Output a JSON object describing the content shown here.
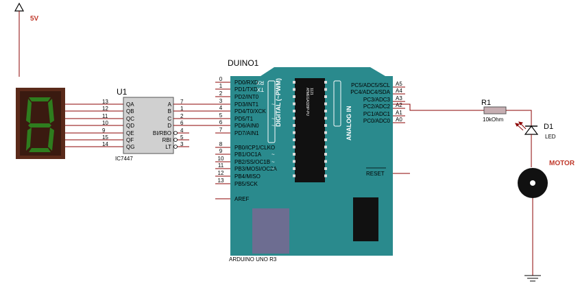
{
  "power": {
    "label": "5V"
  },
  "display7seg": {
    "digit": "8"
  },
  "decoder": {
    "ref": "U1",
    "part": "IC7447",
    "left_pins": [
      {
        "num": "13",
        "name": "QA"
      },
      {
        "num": "12",
        "name": "QB"
      },
      {
        "num": "11",
        "name": "QC"
      },
      {
        "num": "10",
        "name": "QD"
      },
      {
        "num": "9",
        "name": "QE"
      },
      {
        "num": "15",
        "name": "QF"
      },
      {
        "num": "14",
        "name": "QG"
      }
    ],
    "right_pins": [
      {
        "num": "7",
        "name": "A"
      },
      {
        "num": "1",
        "name": "B"
      },
      {
        "num": "2",
        "name": "C"
      },
      {
        "num": "6",
        "name": "D"
      },
      {
        "num": "4",
        "name": "BI/RBO"
      },
      {
        "num": "5",
        "name": "RBI"
      },
      {
        "num": "3",
        "name": "LT"
      }
    ]
  },
  "arduino": {
    "ref": "DUINO1",
    "model": "ARDUINO UNO R3",
    "digital_label": "DIGITAL (~PWM)",
    "analog_label": "ANALOG IN",
    "rx": "RX",
    "tx": "TX",
    "chip": "ATMEGA328P-PU",
    "chip_num": "1121",
    "tilde": "~",
    "left_pins": [
      {
        "num": "0",
        "name": "PD0/RXD"
      },
      {
        "num": "1",
        "name": "PD1/TXD"
      },
      {
        "num": "2",
        "name": "PD2/INT0"
      },
      {
        "num": "3",
        "name": "PD3/INT1"
      },
      {
        "num": "4",
        "name": "PD4/T0/XCK"
      },
      {
        "num": "5",
        "name": "PD5/T1"
      },
      {
        "num": "6",
        "name": "PD6/AIN0"
      },
      {
        "num": "7",
        "name": "PD7/AIN1"
      },
      {
        "num": "8",
        "name": "PB0/ICP1/CLKO"
      },
      {
        "num": "9",
        "name": "PB1/OC1A"
      },
      {
        "num": "10",
        "name": "PB2/SS/OC1B"
      },
      {
        "num": "11",
        "name": "PB3/MOSI/OC2A"
      },
      {
        "num": "12",
        "name": "PB4/MISO"
      },
      {
        "num": "13",
        "name": "PB5/SCK"
      }
    ],
    "aref": "AREF",
    "analog_pins": [
      {
        "num": "A5",
        "name": "PC5/ADC5/SCL"
      },
      {
        "num": "A4",
        "name": "PC4/ADC4/SDA"
      },
      {
        "num": "A3",
        "name": "PC3/ADC3"
      },
      {
        "num": "A2",
        "name": "PC2/ADC2"
      },
      {
        "num": "A1",
        "name": "PC1/ADC1"
      },
      {
        "num": "A0",
        "name": "PC0/ADC0"
      }
    ],
    "reset": "RESET"
  },
  "resistor": {
    "ref": "R1",
    "value": "10kOhm"
  },
  "led": {
    "ref": "D1",
    "type": "LED"
  },
  "motor": {
    "label": "MOTOR"
  },
  "colors": {
    "board": "#2a8a8d",
    "power_red": "#c0392b",
    "wire": "#8b0000",
    "seg_on": "#2e7d1e",
    "display_bg": "#5a2a1a",
    "decoder_body": "#d0d0d0"
  }
}
